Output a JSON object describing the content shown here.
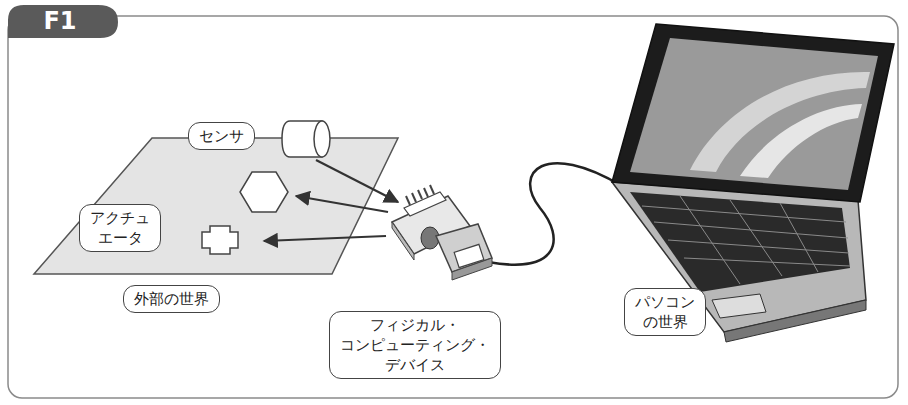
{
  "diagram": {
    "title": "F1",
    "nodes": [
      {
        "text": [
          "センサ"
        ]
      },
      {
        "text": [
          "アクチュ エータ"
        ]
      },
      {
        "text": [
          "外部の世界"
        ]
      },
      {
        "text": [
          "フィジカル・ コンピューティング・ デバイス"
        ]
      },
      {
        "text": [
          "パソコン の世界"
        ]
      }
    ]
  }
}
